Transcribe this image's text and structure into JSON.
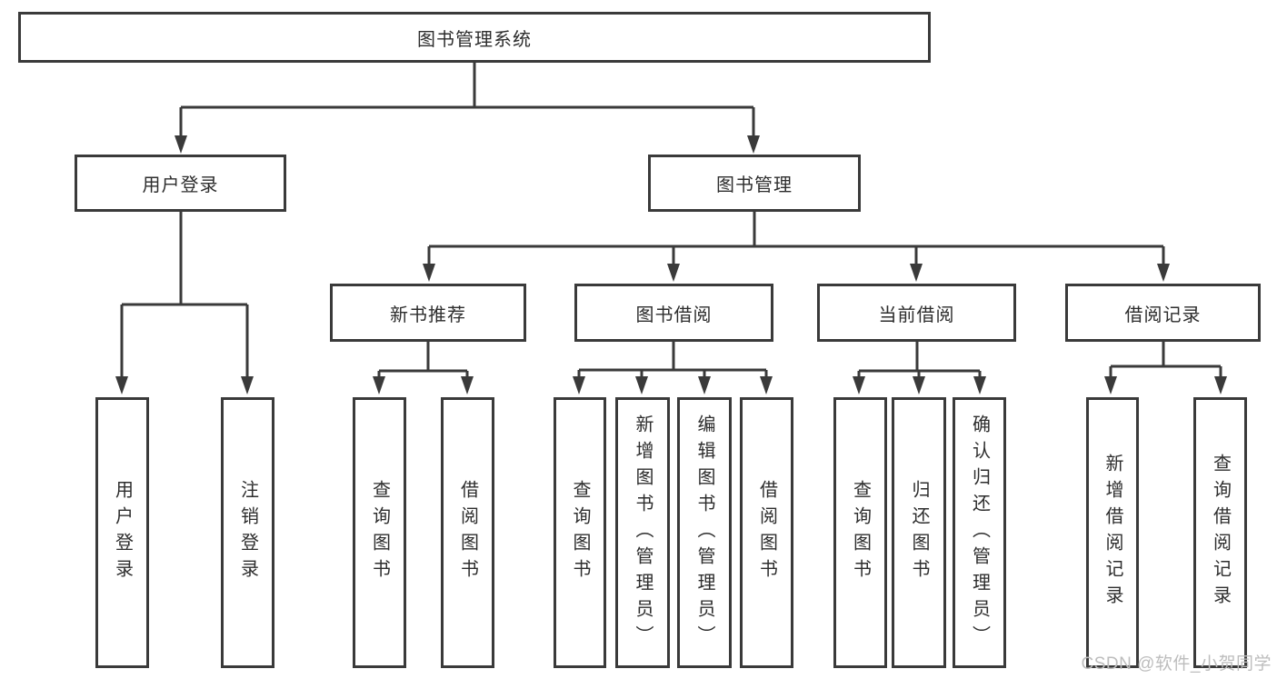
{
  "diagram": {
    "root": {
      "label": "图书管理系统"
    },
    "level2": [
      {
        "label": "用户登录"
      },
      {
        "label": "图书管理"
      }
    ],
    "level3": [
      {
        "label": "新书推荐",
        "parent": "图书管理"
      },
      {
        "label": "图书借阅",
        "parent": "图书管理"
      },
      {
        "label": "当前借阅",
        "parent": "图书管理"
      },
      {
        "label": "借阅记录",
        "parent": "图书管理"
      }
    ],
    "leaves": [
      {
        "label": "用户登录",
        "parent": "用户登录"
      },
      {
        "label": "注销登录",
        "parent": "用户登录"
      },
      {
        "label": "查询图书",
        "parent": "新书推荐"
      },
      {
        "label": "借阅图书",
        "parent": "新书推荐"
      },
      {
        "label": "查询图书",
        "parent": "图书借阅"
      },
      {
        "label": "新增图书（管理员）",
        "parent": "图书借阅"
      },
      {
        "label": "编辑图书（管理员）",
        "parent": "图书借阅"
      },
      {
        "label": "借阅图书",
        "parent": "图书借阅"
      },
      {
        "label": "查询图书",
        "parent": "当前借阅"
      },
      {
        "label": "归还图书",
        "parent": "当前借阅"
      },
      {
        "label": "确认归还（管理员）",
        "parent": "当前借阅"
      },
      {
        "label": "新增借阅记录",
        "parent": "借阅记录"
      },
      {
        "label": "查询借阅记录",
        "parent": "借阅记录"
      }
    ]
  },
  "watermark": {
    "text": "CSDN @软件_小贺同学"
  },
  "colors": {
    "line": "#3a3a3a",
    "text": "#2d2d2d",
    "watermark": "#bdbdbd",
    "background": "#ffffff"
  }
}
